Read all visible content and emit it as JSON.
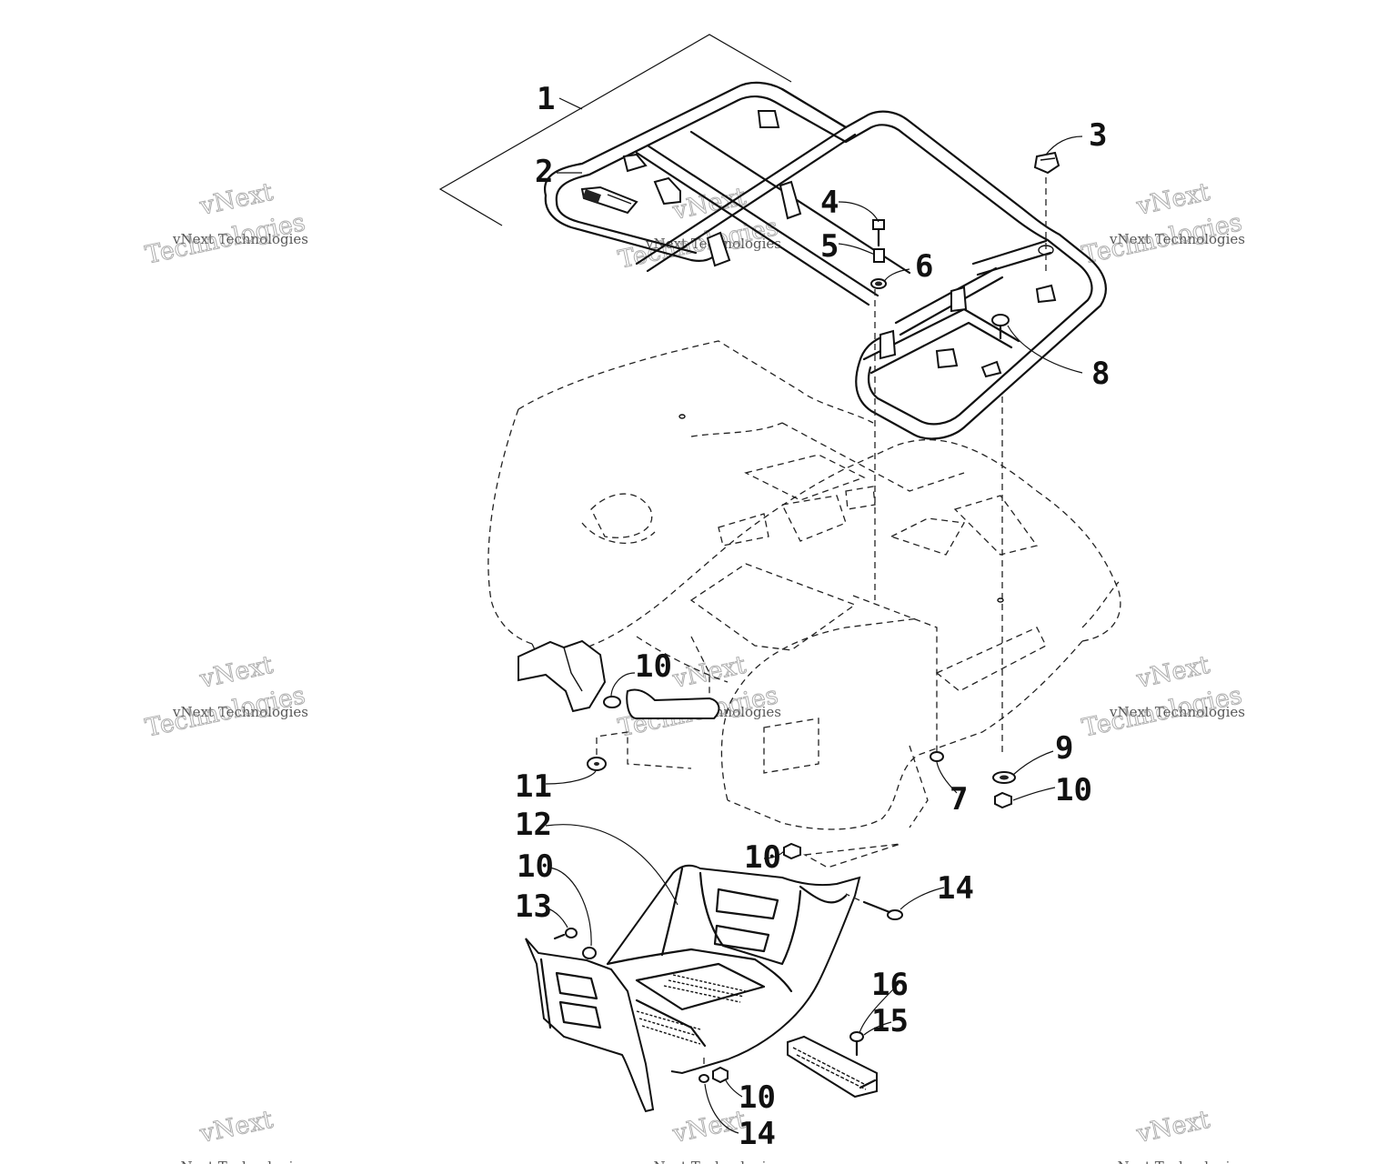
{
  "callouts": [
    {
      "id": "c1",
      "label": "1"
    },
    {
      "id": "c2",
      "label": "2"
    },
    {
      "id": "c3",
      "label": "3"
    },
    {
      "id": "c4",
      "label": "4"
    },
    {
      "id": "c5",
      "label": "5"
    },
    {
      "id": "c6",
      "label": "6"
    },
    {
      "id": "c7",
      "label": "7"
    },
    {
      "id": "c8",
      "label": "8"
    },
    {
      "id": "c9",
      "label": "9"
    },
    {
      "id": "c10a",
      "label": "10"
    },
    {
      "id": "c10b",
      "label": "10"
    },
    {
      "id": "c10c",
      "label": "10"
    },
    {
      "id": "c10d",
      "label": "10"
    },
    {
      "id": "c10e",
      "label": "10"
    },
    {
      "id": "c11",
      "label": "11"
    },
    {
      "id": "c12",
      "label": "12"
    },
    {
      "id": "c13",
      "label": "13"
    },
    {
      "id": "c14a",
      "label": "14"
    },
    {
      "id": "c14b",
      "label": "14"
    },
    {
      "id": "c15",
      "label": "15"
    },
    {
      "id": "c16",
      "label": "16"
    }
  ],
  "watermark": {
    "line_small": "vNext Technologies",
    "line_big_1": "vNext",
    "line_big_2": "Technologies"
  }
}
